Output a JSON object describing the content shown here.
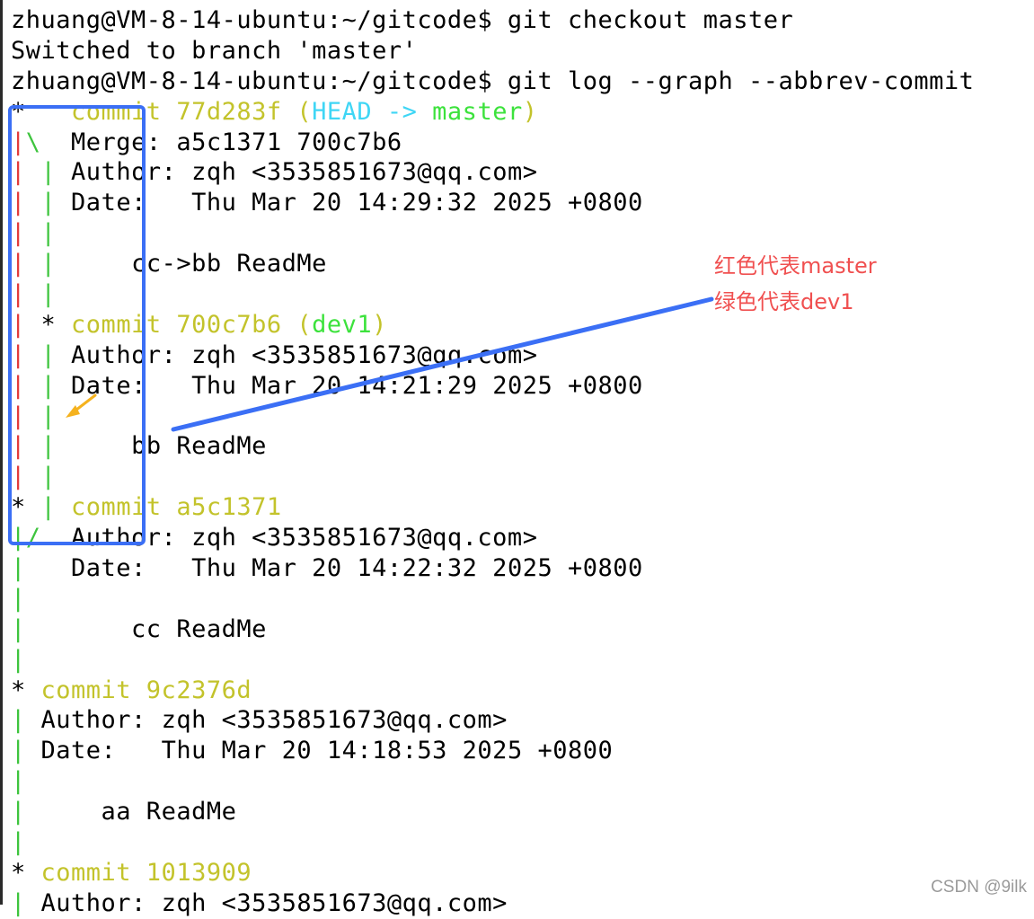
{
  "colors": {
    "text": "#000000",
    "commit_yellow": "#c3c32b",
    "head_cyan": "#3fd6f5",
    "branch_green": "#3ce23c",
    "graph_red": "#e23c3c",
    "graph_green": "#3ec43e",
    "annotation_blue": "#3b6ff5",
    "annotation_red": "#f05050",
    "arrow_orange": "#f5b21e"
  },
  "annotations": {
    "legend_master": "红色代表master",
    "legend_dev1": "绿色代表dev1"
  },
  "watermark": "CSDN @9ilk",
  "lines": [
    [
      {
        "t": "zhuang@VM-8-14-ubuntu:~/gitcode$ git checkout master",
        "c": "text"
      }
    ],
    [
      {
        "t": "Switched to branch 'master'",
        "c": "text"
      }
    ],
    [
      {
        "t": "zhuang@VM-8-14-ubuntu:~/gitcode$ git log --graph --abbrev-commit",
        "c": "text"
      }
    ],
    [
      {
        "t": "*   ",
        "c": "text"
      },
      {
        "t": "commit 77d283f (",
        "c": "commit_yellow"
      },
      {
        "t": "HEAD -> ",
        "c": "head_cyan"
      },
      {
        "t": "master",
        "c": "branch_green"
      },
      {
        "t": ")",
        "c": "commit_yellow"
      }
    ],
    [
      {
        "t": "|",
        "c": "graph_red"
      },
      {
        "t": "\\",
        "c": "graph_green"
      },
      {
        "t": "  Merge: a5c1371 700c7b6",
        "c": "text"
      }
    ],
    [
      {
        "t": "|",
        "c": "graph_red"
      },
      {
        "t": " ",
        "c": "text"
      },
      {
        "t": "|",
        "c": "graph_green"
      },
      {
        "t": " Author: zqh <3535851673@qq.com>",
        "c": "text"
      }
    ],
    [
      {
        "t": "|",
        "c": "graph_red"
      },
      {
        "t": " ",
        "c": "text"
      },
      {
        "t": "|",
        "c": "graph_green"
      },
      {
        "t": " Date:   Thu Mar 20 14:29:32 2025 +0800",
        "c": "text"
      }
    ],
    [
      {
        "t": "|",
        "c": "graph_red"
      },
      {
        "t": " ",
        "c": "text"
      },
      {
        "t": "|",
        "c": "graph_green"
      }
    ],
    [
      {
        "t": "|",
        "c": "graph_red"
      },
      {
        "t": " ",
        "c": "text"
      },
      {
        "t": "|",
        "c": "graph_green"
      },
      {
        "t": "     cc->bb ReadMe",
        "c": "text"
      }
    ],
    [
      {
        "t": "|",
        "c": "graph_red"
      },
      {
        "t": " ",
        "c": "text"
      },
      {
        "t": "|",
        "c": "graph_green"
      }
    ],
    [
      {
        "t": "|",
        "c": "graph_red"
      },
      {
        "t": " * ",
        "c": "text"
      },
      {
        "t": "commit 700c7b6 (",
        "c": "commit_yellow"
      },
      {
        "t": "dev1",
        "c": "branch_green"
      },
      {
        "t": ")",
        "c": "commit_yellow"
      }
    ],
    [
      {
        "t": "|",
        "c": "graph_red"
      },
      {
        "t": " ",
        "c": "text"
      },
      {
        "t": "|",
        "c": "graph_green"
      },
      {
        "t": " Author: zqh <3535851673@qq.com>",
        "c": "text"
      }
    ],
    [
      {
        "t": "|",
        "c": "graph_red"
      },
      {
        "t": " ",
        "c": "text"
      },
      {
        "t": "|",
        "c": "graph_green"
      },
      {
        "t": " Date:   Thu Mar 20 14:21:29 2025 +0800",
        "c": "text"
      }
    ],
    [
      {
        "t": "|",
        "c": "graph_red"
      },
      {
        "t": " ",
        "c": "text"
      },
      {
        "t": "|",
        "c": "graph_green"
      }
    ],
    [
      {
        "t": "|",
        "c": "graph_red"
      },
      {
        "t": " ",
        "c": "text"
      },
      {
        "t": "|",
        "c": "graph_green"
      },
      {
        "t": "     bb ReadMe",
        "c": "text"
      }
    ],
    [
      {
        "t": "|",
        "c": "graph_red"
      },
      {
        "t": " ",
        "c": "text"
      },
      {
        "t": "|",
        "c": "graph_green"
      }
    ],
    [
      {
        "t": "* ",
        "c": "text"
      },
      {
        "t": "|",
        "c": "graph_green"
      },
      {
        "t": " ",
        "c": "text"
      },
      {
        "t": "commit a5c1371",
        "c": "commit_yellow"
      }
    ],
    [
      {
        "t": "|/",
        "c": "graph_green"
      },
      {
        "t": "  Author: zqh <3535851673@qq.com>",
        "c": "text"
      }
    ],
    [
      {
        "t": "|",
        "c": "graph_green"
      },
      {
        "t": "   Date:   Thu Mar 20 14:22:32 2025 +0800",
        "c": "text"
      }
    ],
    [
      {
        "t": "|",
        "c": "graph_green"
      }
    ],
    [
      {
        "t": "|",
        "c": "graph_green"
      },
      {
        "t": "       cc ReadMe",
        "c": "text"
      }
    ],
    [
      {
        "t": "|",
        "c": "graph_green"
      }
    ],
    [
      {
        "t": "* ",
        "c": "text"
      },
      {
        "t": "commit 9c2376d",
        "c": "commit_yellow"
      }
    ],
    [
      {
        "t": "|",
        "c": "graph_green"
      },
      {
        "t": " Author: zqh <3535851673@qq.com>",
        "c": "text"
      }
    ],
    [
      {
        "t": "|",
        "c": "graph_green"
      },
      {
        "t": " Date:   Thu Mar 20 14:18:53 2025 +0800",
        "c": "text"
      }
    ],
    [
      {
        "t": "|",
        "c": "graph_green"
      }
    ],
    [
      {
        "t": "|",
        "c": "graph_green"
      },
      {
        "t": "     aa ReadMe",
        "c": "text"
      }
    ],
    [
      {
        "t": "|",
        "c": "graph_green"
      }
    ],
    [
      {
        "t": "* ",
        "c": "text"
      },
      {
        "t": "commit 1013909",
        "c": "commit_yellow"
      }
    ],
    [
      {
        "t": "|",
        "c": "graph_green"
      },
      {
        "t": " Author: zqh <3535851673@qq.com>",
        "c": "text"
      }
    ]
  ]
}
